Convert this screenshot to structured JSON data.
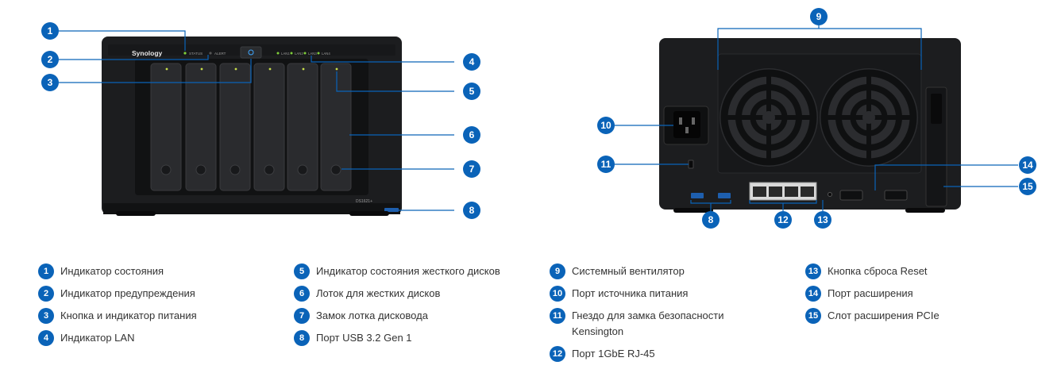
{
  "front": {
    "brand": "Synology",
    "model": "DS1621+",
    "status_label": "STATUS",
    "alert_label": "ALERT",
    "lan_labels": [
      "LAN1",
      "LAN2",
      "LAN3",
      "LAN4"
    ],
    "callouts": [
      "1",
      "2",
      "3",
      "4",
      "5",
      "6",
      "7",
      "8"
    ]
  },
  "back": {
    "callouts": [
      "9",
      "10",
      "11",
      "12",
      "13",
      "14",
      "15"
    ]
  },
  "legend": [
    [
      {
        "num": "1",
        "text": "Индикатор состояния"
      },
      {
        "num": "2",
        "text": "Индикатор предупреждения"
      },
      {
        "num": "3",
        "text": "Кнопка и индикатор питания"
      },
      {
        "num": "4",
        "text": "Индикатор LAN"
      }
    ],
    [
      {
        "num": "5",
        "text": "Индикатор состояния жесткого дисков"
      },
      {
        "num": "6",
        "text": "Лоток для жестких дисков"
      },
      {
        "num": "7",
        "text": "Замок лотка дисковода"
      },
      {
        "num": "8",
        "text": "Порт USB 3.2 Gen 1"
      }
    ],
    [
      {
        "num": "9",
        "text": "Системный вентилятор"
      },
      {
        "num": "10",
        "text": "Порт источника питания"
      },
      {
        "num": "11",
        "text": "Гнездо для замка безопасности Kensington"
      },
      {
        "num": "12",
        "text": "Порт 1GbE RJ-45"
      }
    ],
    [
      {
        "num": "13",
        "text": "Кнопка сброса Reset"
      },
      {
        "num": "14",
        "text": "Порт расширения"
      },
      {
        "num": "15",
        "text": "Слот расширения PCIe"
      }
    ]
  ],
  "colors": {
    "accent": "#0a63b8",
    "device": "#1c1d1f",
    "device_dark": "#0f1011"
  }
}
